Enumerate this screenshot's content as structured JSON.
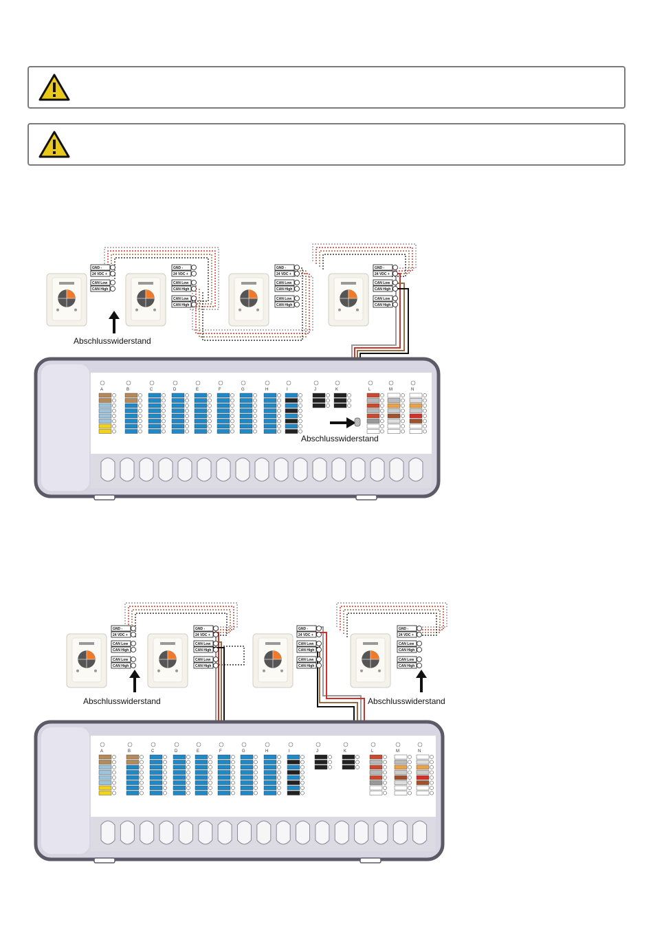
{
  "warnings": [
    {
      "icon": "warning-triangle-icon",
      "text": ""
    },
    {
      "icon": "warning-triangle-icon",
      "text": ""
    }
  ],
  "colors": {
    "accent_orange": "#f07a2a",
    "warning_yellow": "#f2d21b",
    "terminal_blue": "#1f88c6",
    "wire_red": "#d3302a",
    "wire_brown": "#9b6a3f",
    "housing": "#d8d6e2",
    "housing_dark": "#5c5a66"
  },
  "terminal_labels": {
    "gnd": "GND -",
    "vdc": "24 VDC +",
    "can_low": "CAN Low",
    "can_high": "CAN High"
  },
  "columns": [
    "A",
    "B",
    "C",
    "D",
    "E",
    "F",
    "G",
    "H",
    "I",
    "J",
    "K",
    "L",
    "M",
    "N"
  ],
  "diagram1": {
    "resistor_label_1": "Abschlusswiderstand",
    "resistor_label_2": "Abschlusswiderstand"
  },
  "diagram2": {
    "resistor_label_1": "Abschlusswiderstand",
    "resistor_label_2": "Abschlusswiderstand"
  }
}
